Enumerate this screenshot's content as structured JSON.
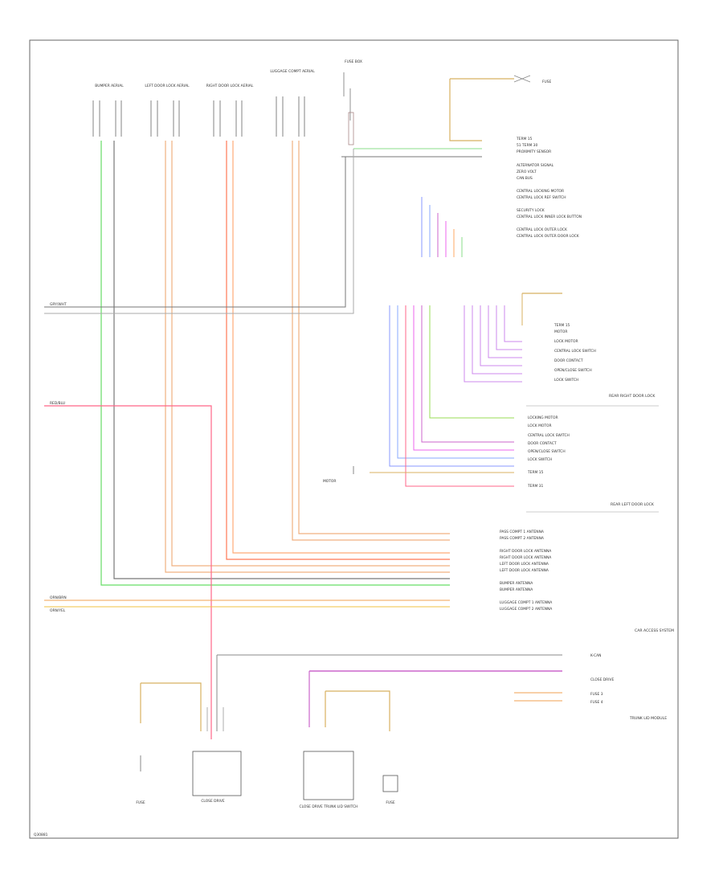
{
  "title": "",
  "footer_code": "Q30881",
  "antennas": [
    {
      "label": "BUMPER AERIAL"
    },
    {
      "label": "LEFT DOOR LOCK AERIAL"
    },
    {
      "label": "RIGHT DOOR LOCK AERIAL"
    },
    {
      "label": "LUGGAGE COMPT AERIAL"
    }
  ],
  "fuse_box_top": {
    "label": "FUSE BOX"
  },
  "fuse_top_right": {
    "label": "FUSE"
  },
  "module_pins": [
    "TERM 15",
    "51 TERM 30",
    "PROXIMITY SENSOR",
    "ALTERNATOR SIGNAL",
    "ZERO VOLT",
    "CAN BUS",
    "CENTRAL LOCKING MOTOR",
    "CENTRAL LOCK REF SWITCH",
    "SECURITY LOCK",
    "CENTRAL LOCK INNER LOCK BUTTON",
    "CENTRAL LOCK OUTER LOCK",
    "CENTRAL LOCK OUTER DOOR LOCK"
  ],
  "left_wires": [
    {
      "code": "GRY/WHT",
      "color": "#aaaaaa"
    },
    {
      "code": "RED/BLU",
      "color": "#ff6688"
    },
    {
      "code": "ORN/BRN",
      "color": "#f0a050"
    },
    {
      "code": "ORN/YEL",
      "color": "#f0c040"
    }
  ],
  "rear_right_lock": {
    "title": "REAR RIGHT DOOR LOCK",
    "pins": [
      "TERM 15",
      "MOTOR",
      "LOCK MOTOR",
      "CENTRAL LOCK SWITCH",
      "DOOR CONTACT",
      "OPEN/CLOSE SWITCH",
      "LOCK SWITCH"
    ]
  },
  "rear_left_lock": {
    "title": "REAR LEFT DOOR LOCK",
    "pins": [
      "LOCKING MOTOR",
      "LOCK MOTOR",
      "CENTRAL LOCK SWITCH",
      "DOOR CONTACT",
      "OPEN/CLOSE SWITCH",
      "LOCK SWITCH",
      "TERM 15",
      "TERM 31"
    ]
  },
  "cas_module": {
    "title": "CAR ACCESS SYSTEM",
    "pins": [
      "PASS COMPT 1 ANTENNA",
      "PASS COMPT 2 ANTENNA",
      "RIGHT DOOR LOCK ANTENNA",
      "RIGHT DOOR LOCK ANTENNA",
      "LEFT DOOR LOCK ANTENNA",
      "LEFT DOOR LOCK ANTENNA",
      "BUMPER ANTENNA",
      "BUMPER ANTENNA",
      "LUGGAGE COMPT 1 ANTENNA",
      "LUGGAGE COMPT 2 ANTENNA"
    ]
  },
  "trunk_module": {
    "title": "TRUNK LID MODULE",
    "pins": [
      "K-CAN",
      "CLOSE DRIVE",
      "FUSE 3",
      "FUSE 4"
    ]
  },
  "bottom_labels": {
    "fuse_left": "FUSE",
    "close_drive": "CLOSE DRIVE",
    "close_drive_switch": "CLOSE DRIVE TRUNK LID SWITCH",
    "fuse_right": "FUSE"
  },
  "motor_label": "MOTOR"
}
